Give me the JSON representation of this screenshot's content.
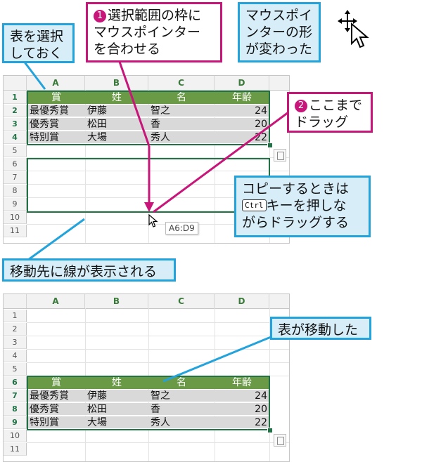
{
  "callouts": {
    "select_table": "表を選択\nしておく",
    "step1_number": "1",
    "step1_text": "選択範囲の枠に\nマウスポインター\nを合わせる",
    "pointer_shape": "マウスポイ\nンターの形\nが変わった",
    "step2_number": "2",
    "step2_text": "ここまで\nドラッグ",
    "copy_tip_line1": "コピーするときは",
    "copy_tip_key": "Ctrl",
    "copy_tip_line2": "キーを押しな",
    "copy_tip_line3": "がらドラッグする",
    "move_line": "移動先に線が表示される",
    "moved": "表が移動した"
  },
  "spreadsheet": {
    "columns": [
      "A",
      "B",
      "C",
      "D"
    ],
    "rows": [
      "1",
      "2",
      "3",
      "4",
      "5",
      "6",
      "7",
      "8",
      "9",
      "10",
      "11"
    ],
    "table": {
      "headers": [
        "賞",
        "姓",
        "名",
        "年齢"
      ],
      "data": [
        [
          "最優秀賞",
          "伊藤",
          "智之",
          "24"
        ],
        [
          "優秀賞",
          "松田",
          "香",
          "20"
        ],
        [
          "特別賞",
          "大場",
          "秀人",
          "22"
        ]
      ]
    },
    "tooltip": "A6:D9"
  },
  "colors": {
    "callout_blue_border": "#22a3dc",
    "callout_blue_fill": "#d7eef9",
    "callout_magenta": "#c8157a",
    "excel_green": "#217346",
    "table_header_green": "#6a9a46",
    "table_body_gray": "#d9d9d9"
  },
  "icons": {
    "move_cursor": "move-arrow-cursor-icon",
    "pointer": "arrow-pointer-icon",
    "quick_analysis": "quick-analysis-icon"
  }
}
